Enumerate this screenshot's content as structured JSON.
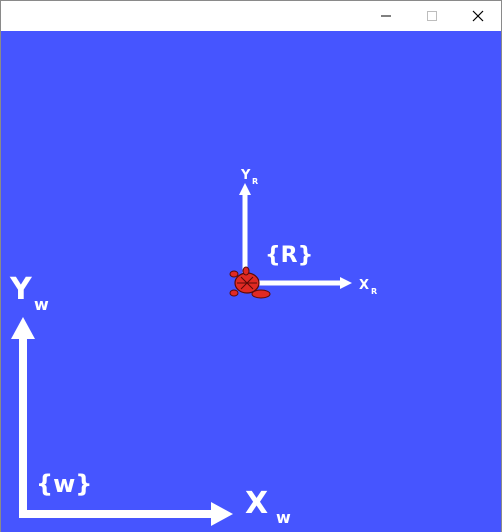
{
  "window": {
    "minimize_icon": "minimize-icon",
    "maximize_icon": "maximize-icon",
    "close_icon": "close-icon"
  },
  "scene": {
    "background_color": "#4655ff",
    "axis_color": "#ffffff",
    "turtle_color": "#e02a24",
    "world_frame": {
      "x_main": "X",
      "x_sub": "w",
      "y_main": "Y",
      "y_sub": "w",
      "label": "{w}"
    },
    "robot_frame": {
      "x_main": "X",
      "x_sub": "R",
      "y_main": "Y",
      "y_sub": "R",
      "label": "{R}"
    }
  }
}
